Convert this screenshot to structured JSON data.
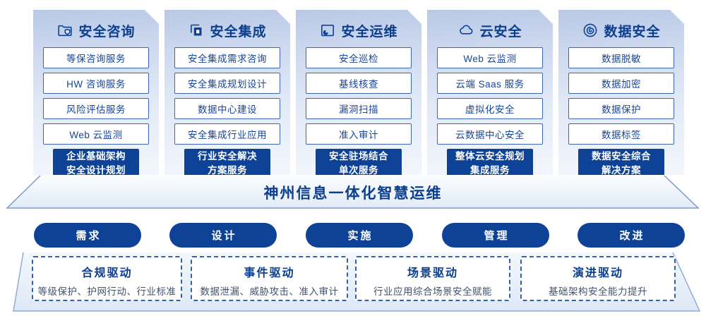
{
  "colors": {
    "primary": "#0d4296",
    "title_text": "#0c3e8e",
    "item_border": "#3b66b3",
    "item_text": "#17459a",
    "dashed_border": "#2f62b5",
    "desc_text": "#44526d"
  },
  "columns": [
    {
      "icon": "folder-shield-icon",
      "title": "安全咨询",
      "items": [
        "等保咨询服务",
        "HW 咨询服务",
        "风险评估服务",
        "Web 云监测"
      ],
      "footer": [
        "企业基础架构",
        "安全设计规划"
      ]
    },
    {
      "icon": "copy-icon",
      "title": "安全集成",
      "items": [
        "安全集成需求咨询",
        "安全集成规划设计",
        "数据中心建设",
        "安全集成行业应用"
      ],
      "footer": [
        "行业安全解决",
        "方案服务"
      ]
    },
    {
      "icon": "ops-box-icon",
      "title": "安全运维",
      "items": [
        "安全巡检",
        "基线核查",
        "漏洞扫描",
        "准入审计"
      ],
      "footer": [
        "安全驻场结合",
        "单次服务"
      ]
    },
    {
      "icon": "cloud-icon",
      "title": "云安全",
      "items": [
        "Web 云监测",
        "云端 Saas 服务",
        "虚拟化安全",
        "云数据中心安全"
      ],
      "footer": [
        "整体云安全规划",
        "集成服务"
      ]
    },
    {
      "icon": "data-spiral-icon",
      "title": "数据安全",
      "items": [
        "数据脱敏",
        "数据加密",
        "数据保护",
        "数据标签"
      ],
      "footer": [
        "数据安全综合",
        "解决方案"
      ]
    }
  ],
  "banner": {
    "title": "神州信息一体化智慧运维"
  },
  "process_steps": [
    "需求",
    "设计",
    "实施",
    "管理",
    "改进"
  ],
  "drivers": [
    {
      "title": "合规驱动",
      "desc": "等级保护、护网行动、行业标准"
    },
    {
      "title": "事件驱动",
      "desc": "数据泄漏、威胁攻击、准入审计"
    },
    {
      "title": "场景驱动",
      "desc": "行业应用综合场景安全赋能"
    },
    {
      "title": "演进驱动",
      "desc": "基础架构安全能力提升"
    }
  ]
}
